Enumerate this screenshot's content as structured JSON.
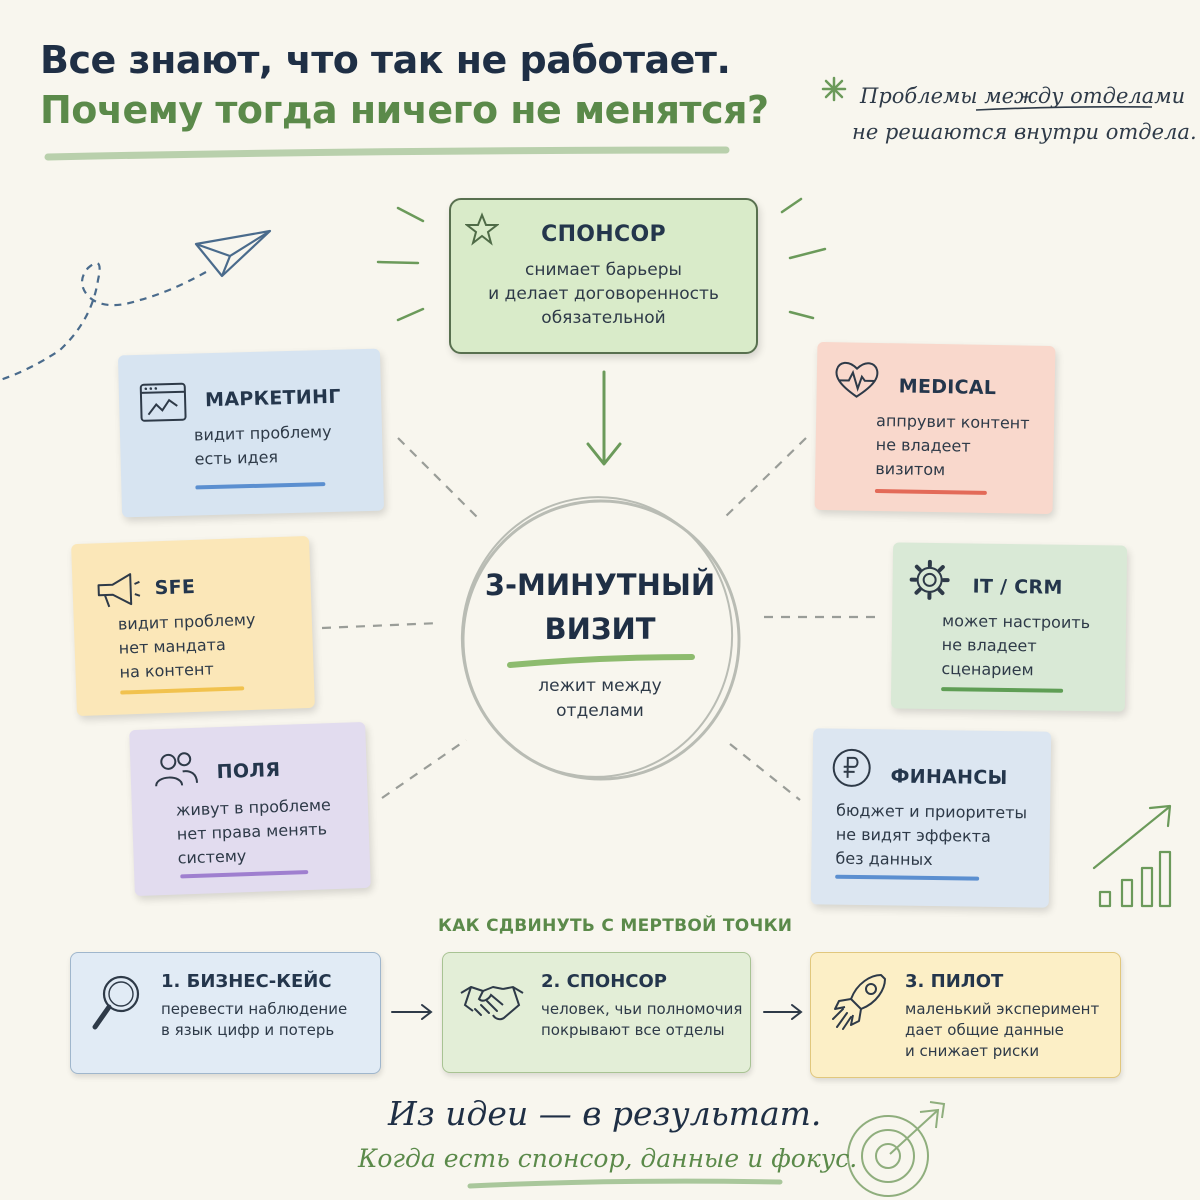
{
  "header": {
    "title_line1": "Все знают, что так не работает.",
    "title_line2": "Почему тогда ничего не менятся?",
    "note_line1": "Проблемы между отделами",
    "note_line2": "не решаются внутри отдела."
  },
  "colors": {
    "background": "#f8f6ee",
    "dark_navy": "#1f2f45",
    "accent_green": "#5b8a4a",
    "sponsor_fill": "#d9ebc9",
    "marketing_fill": "#d7e4f1",
    "medical_fill": "#f9d8cc",
    "sfe_fill": "#fbe7b8",
    "it_fill": "#d9e9d6",
    "fields_fill": "#e2dcef",
    "finance_fill": "#dce6f1"
  },
  "sponsor": {
    "icon": "star-icon",
    "title": "СПОНСОР",
    "lines": [
      "снимает барьеры",
      "и делает договоренность",
      "обязательной"
    ]
  },
  "center": {
    "title_line1": "3-МИНУТНЫЙ",
    "title_line2": "ВИЗИТ",
    "sub_line1": "лежит между",
    "sub_line2": "отделами"
  },
  "cards": {
    "marketing": {
      "icon": "browser-chart-icon",
      "title": "МАРКЕТИНГ",
      "lines": [
        "видит проблему",
        "есть идея"
      ]
    },
    "medical": {
      "icon": "heart-pulse-icon",
      "title": "MEDICAL",
      "lines": [
        "аппрувит контент",
        "не владеет",
        "визитом"
      ]
    },
    "sfe": {
      "icon": "megaphone-icon",
      "title": "SFE",
      "lines": [
        "видит проблему",
        "нет мандата",
        "на контент"
      ]
    },
    "it": {
      "icon": "gear-icon",
      "title": "IT / CRM",
      "lines": [
        "может настроить",
        "не владеет",
        "сценарием"
      ]
    },
    "fields": {
      "icon": "people-icon",
      "title": "ПОЛЯ",
      "lines": [
        "живут в проблеме",
        "нет права менять",
        "систему"
      ]
    },
    "finance": {
      "icon": "ruble-icon",
      "title": "ФИНАНСЫ",
      "lines": [
        "бюджет и приоритеты",
        "не видят эффекта",
        "без данных"
      ]
    }
  },
  "howto": {
    "heading": "КАК СДВИНУТЬ С МЕРТВОЙ ТОЧКИ",
    "steps": [
      {
        "icon": "magnifier-icon",
        "title": "1. БИЗНЕС-КЕЙС",
        "lines": [
          "перевести наблюдение",
          "в язык цифр и потерь"
        ]
      },
      {
        "icon": "handshake-icon",
        "title": "2. СПОНСОР",
        "lines": [
          "человек, чьи полномочия",
          "покрывают все отделы"
        ]
      },
      {
        "icon": "rocket-icon",
        "title": "3. ПИЛОТ",
        "lines": [
          "маленький эксперимент",
          "дает общие данные",
          "и снижает риски"
        ]
      }
    ]
  },
  "footer": {
    "line1": "Из идеи — в результат.",
    "line2": "Когда есть спонсор, данные и фокус."
  }
}
